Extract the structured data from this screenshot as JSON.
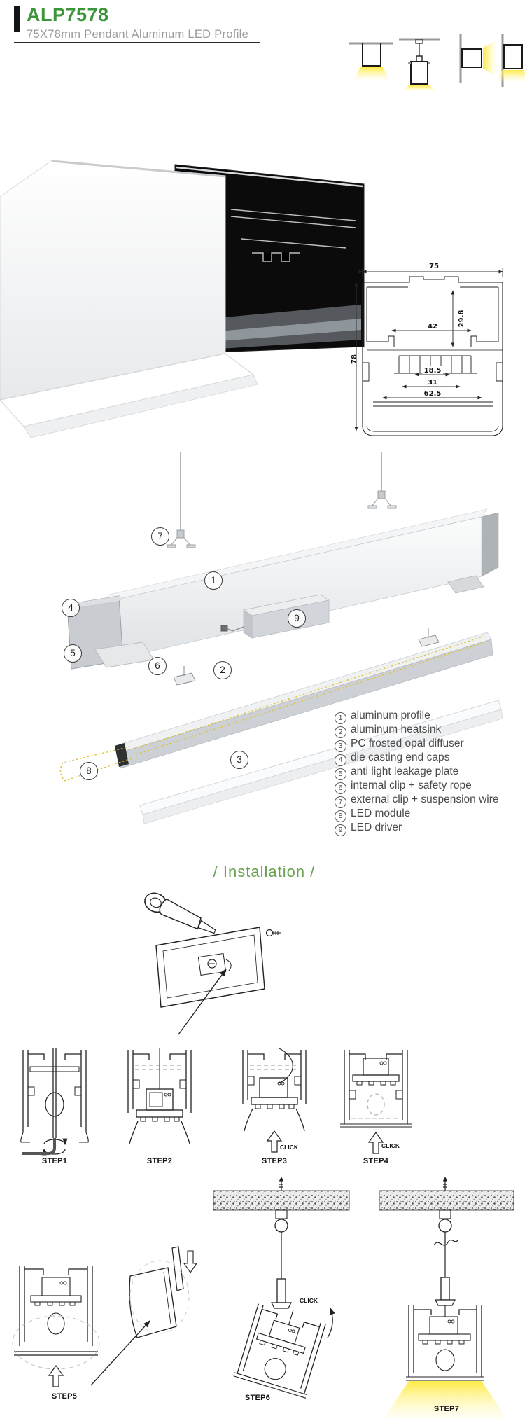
{
  "header": {
    "title": "ALP7578",
    "subtitle": "75X78mm Pendant Aluminum LED Profile",
    "mount_icons": [
      "recessed-mount-icon",
      "pendant-mount-icon",
      "wall-mount-side-icon",
      "wall-mount-down-icon"
    ]
  },
  "tech_drawing": {
    "dim_width": "75",
    "dim_height": "78",
    "dim_inner_width": "42",
    "dim_depth": "29.8",
    "dim_slot": "18.5",
    "dim_mid": "31",
    "dim_bottom": "62.5"
  },
  "parts": [
    {
      "num": "1",
      "label": "aluminum profile"
    },
    {
      "num": "2",
      "label": "aluminum heatsink"
    },
    {
      "num": "3",
      "label": "PC frosted opal diffuser"
    },
    {
      "num": "4",
      "label": "die casting end caps"
    },
    {
      "num": "5",
      "label": "anti light leakage plate"
    },
    {
      "num": "6",
      "label": "internal clip + safety rope"
    },
    {
      "num": "7",
      "label": "external clip + suspension wire"
    },
    {
      "num": "8",
      "label": "LED module"
    },
    {
      "num": "9",
      "label": "LED driver"
    }
  ],
  "installation": {
    "heading": "/ Installation /",
    "click_label": "CLICK",
    "steps": [
      {
        "label": "STEP1"
      },
      {
        "label": "STEP2"
      },
      {
        "label": "STEP3"
      },
      {
        "label": "STEP4"
      },
      {
        "label": "STEP5"
      },
      {
        "label": "STEP6"
      },
      {
        "label": "STEP7"
      }
    ]
  },
  "colors": {
    "accent_green": "#3a9639",
    "divider_green": "#69a24e",
    "glow_yellow": "#ffe94d",
    "subtitle_gray": "#9b9b9b"
  }
}
